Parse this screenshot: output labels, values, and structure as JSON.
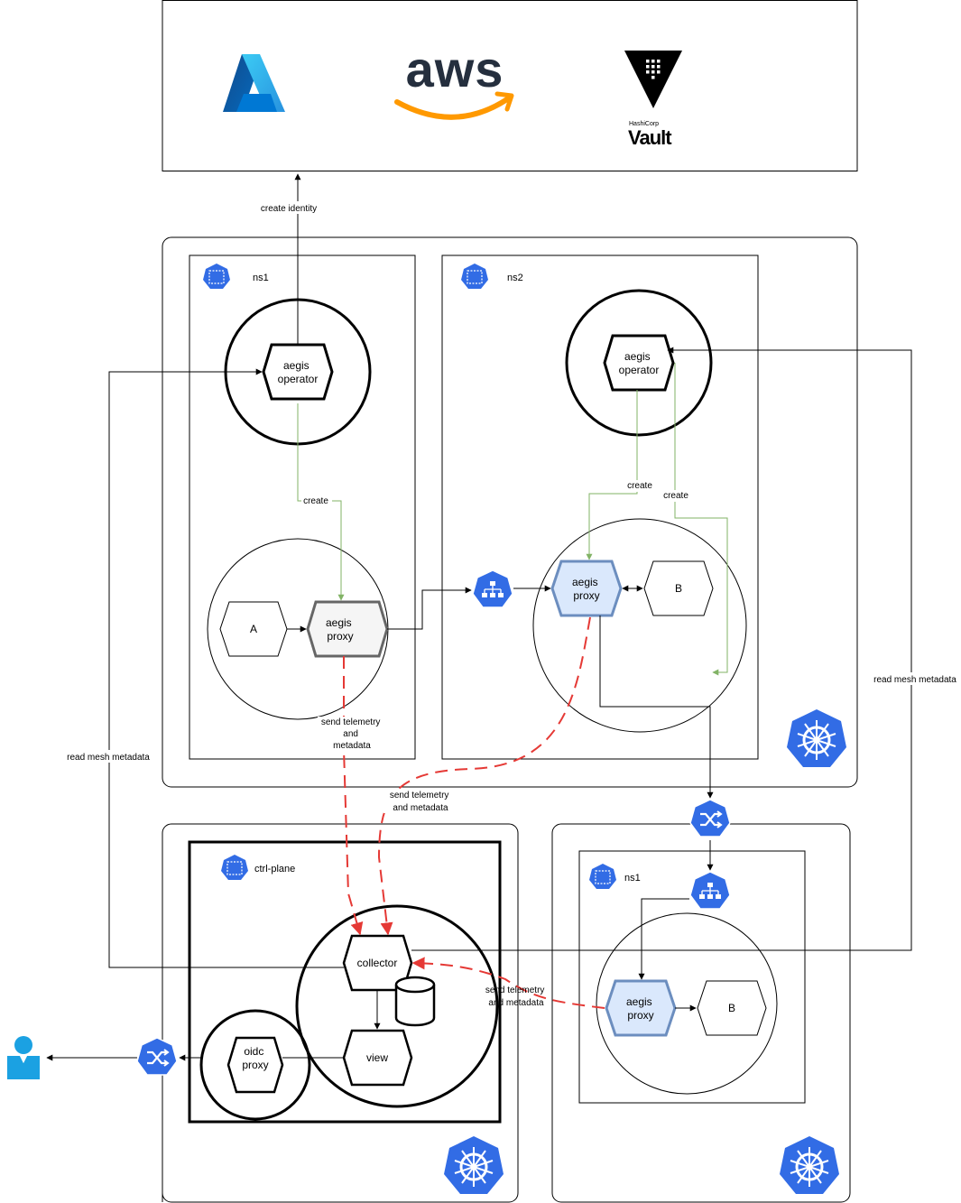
{
  "colors": {
    "k8s_blue": "#326CE5",
    "green_edge": "#82B366",
    "red_edge": "#E53935",
    "proxy_fill_light": "#DAE8FC",
    "proxy_stroke_blue": "#6C8EBF",
    "proxy_fill_grey": "#F5F5F5",
    "proxy_stroke_grey": "#666666",
    "azure_blue": "#0078D4",
    "aws_orange": "#FF9900",
    "aws_text": "#252F3E"
  },
  "icons": [
    "azure-logo",
    "aws-logo",
    "hashicorp-vault-logo",
    "namespace-icon",
    "kubernetes-icon",
    "service-icon",
    "ingress-icon",
    "database-icon",
    "user-icon"
  ],
  "providers": {
    "aws_text": "aws",
    "vault_brand": "HashiCorp",
    "vault_name": "Vault"
  },
  "namespaces": {
    "cluster1_ns1": "ns1",
    "cluster1_ns2": "ns2",
    "ctrl_plane": "ctrl-plane",
    "cluster3_ns1": "ns1"
  },
  "nodes": {
    "operator_ns1": [
      "aegis",
      "operator"
    ],
    "operator_ns2": [
      "aegis",
      "operator"
    ],
    "service_a": "A",
    "service_b_ns2": "B",
    "service_b_c3": "B",
    "proxy_ns1": [
      "aegis",
      "proxy"
    ],
    "proxy_ns2": [
      "aegis",
      "proxy"
    ],
    "proxy_c3": [
      "aegis",
      "proxy"
    ],
    "collector": "collector",
    "view": "view",
    "oidc_proxy": [
      "oidc",
      "proxy"
    ]
  },
  "edge_labels": {
    "create_identity": "create identity",
    "create_ns1": "create",
    "create_ns2_proxy": "create",
    "create_ns2_right": "create",
    "read_mesh_left": "read mesh metadata",
    "read_mesh_right": "read mesh metadata",
    "telemetry_ns1": [
      "send telemetry",
      "and",
      "metadata"
    ],
    "telemetry_ns2": [
      "send telemetry",
      "and metadata"
    ],
    "telemetry_c3": [
      "send telemetry",
      "and metadata"
    ]
  }
}
